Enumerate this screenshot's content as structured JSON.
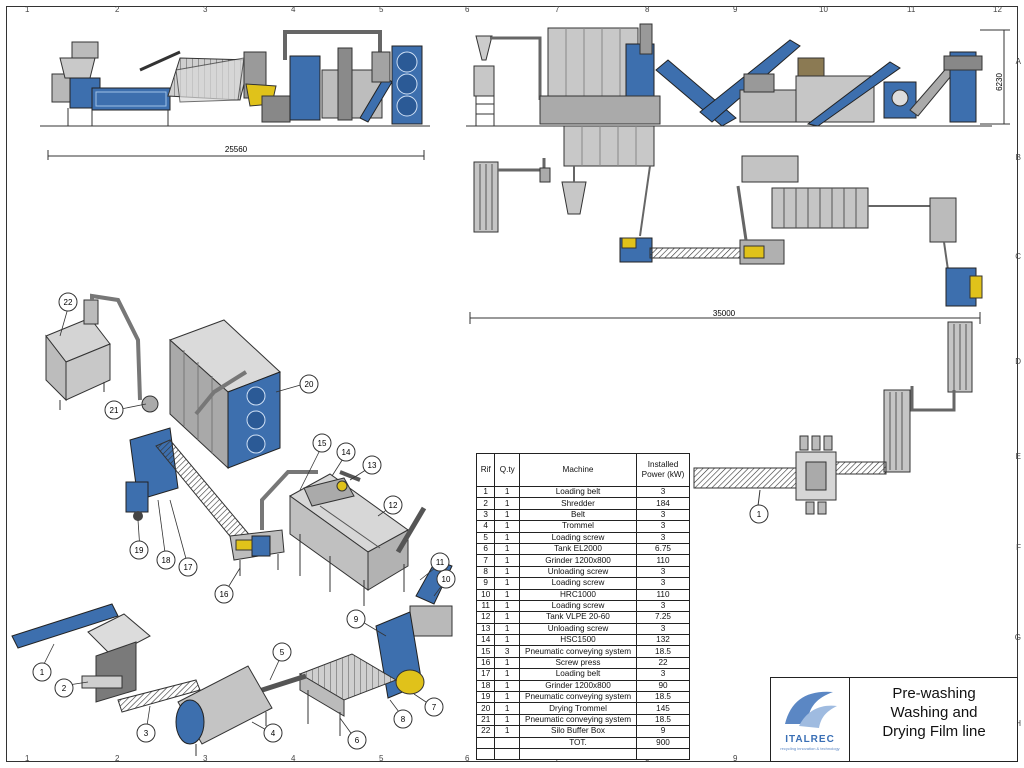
{
  "drawing": {
    "title_lines": [
      "Pre-washing",
      "Washing and",
      "Drying Film line"
    ],
    "brand": "ITALREC",
    "brand_subtitle": "recycling innovation & technology",
    "dimension_side_length": "25560",
    "dimension_top_length": "35000",
    "dimension_height": "6230",
    "grid_columns": [
      "1",
      "2",
      "3",
      "4",
      "5",
      "6",
      "7",
      "8",
      "9",
      "10",
      "11",
      "12"
    ],
    "grid_rows": [
      "A",
      "B",
      "C",
      "D",
      "E",
      "F",
      "G",
      "H"
    ]
  },
  "bom": {
    "headers": {
      "rif": "Rif",
      "qty": "Q.ty",
      "machine": "Machine",
      "power": "Installed Power (kW)"
    },
    "rows": [
      {
        "rif": "1",
        "qty": "1",
        "machine": "Loading belt",
        "power": "3"
      },
      {
        "rif": "2",
        "qty": "1",
        "machine": "Shredder",
        "power": "184"
      },
      {
        "rif": "3",
        "qty": "1",
        "machine": "Belt",
        "power": "3"
      },
      {
        "rif": "4",
        "qty": "1",
        "machine": "Trommel",
        "power": "3"
      },
      {
        "rif": "5",
        "qty": "1",
        "machine": "Loading screw",
        "power": "3"
      },
      {
        "rif": "6",
        "qty": "1",
        "machine": "Tank EL2000",
        "power": "6.75"
      },
      {
        "rif": "7",
        "qty": "1",
        "machine": "Grinder 1200x800",
        "power": "110"
      },
      {
        "rif": "8",
        "qty": "1",
        "machine": "Unloading screw",
        "power": "3"
      },
      {
        "rif": "9",
        "qty": "1",
        "machine": "Loading screw",
        "power": "3"
      },
      {
        "rif": "10",
        "qty": "1",
        "machine": "HRC1000",
        "power": "110"
      },
      {
        "rif": "11",
        "qty": "1",
        "machine": "Loading screw",
        "power": "3"
      },
      {
        "rif": "12",
        "qty": "1",
        "machine": "Tank VLPE 20-60",
        "power": "7.25"
      },
      {
        "rif": "13",
        "qty": "1",
        "machine": "Unloading screw",
        "power": "3"
      },
      {
        "rif": "14",
        "qty": "1",
        "machine": "HSC1500",
        "power": "132"
      },
      {
        "rif": "15",
        "qty": "3",
        "machine": "Pneumatic conveying system",
        "power": "18.5"
      },
      {
        "rif": "16",
        "qty": "1",
        "machine": "Screw press",
        "power": "22"
      },
      {
        "rif": "17",
        "qty": "1",
        "machine": "Loading belt",
        "power": "3"
      },
      {
        "rif": "18",
        "qty": "1",
        "machine": "Grinder 1200x800",
        "power": "90"
      },
      {
        "rif": "19",
        "qty": "1",
        "machine": "Pneumatic conveying system",
        "power": "18.5"
      },
      {
        "rif": "20",
        "qty": "1",
        "machine": "Drying Trommel",
        "power": "145"
      },
      {
        "rif": "21",
        "qty": "1",
        "machine": "Pneumatic conveying system",
        "power": "18.5"
      },
      {
        "rif": "22",
        "qty": "1",
        "machine": "Silo Buffer Box",
        "power": "9"
      }
    ],
    "total_label": "TOT.",
    "total_power": "900"
  },
  "callouts": [
    "1",
    "2",
    "3",
    "4",
    "5",
    "6",
    "7",
    "8",
    "9",
    "10",
    "11",
    "12",
    "13",
    "14",
    "15",
    "16",
    "17",
    "18",
    "19",
    "20",
    "21",
    "22"
  ],
  "colors": {
    "machine_blue": "#3d6fae",
    "machine_grey": "#b9b9b9",
    "accent_yellow": "#e0c21a",
    "line": "#222222",
    "brand": "#3a6fb5"
  }
}
